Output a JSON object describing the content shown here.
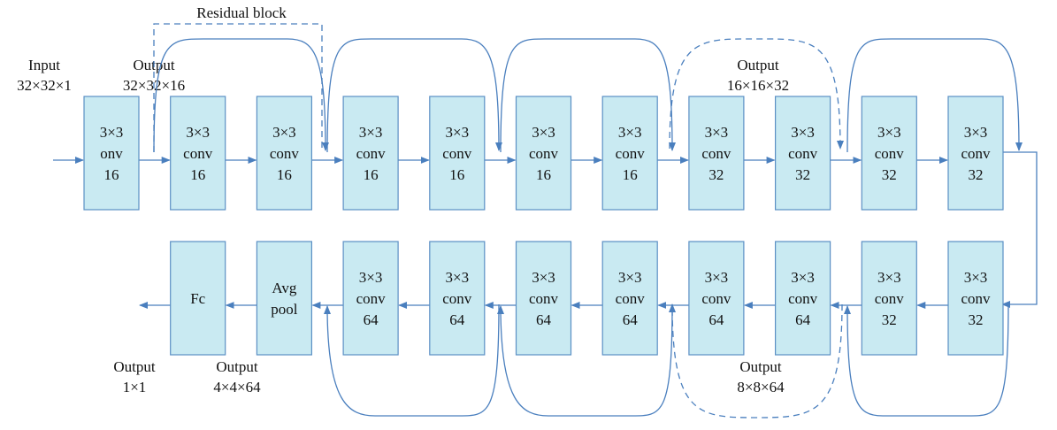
{
  "title": "Residual block",
  "row1": [
    {
      "lines": [
        "3×3",
        "onv",
        "16"
      ]
    },
    {
      "lines": [
        "3×3",
        "conv",
        "16"
      ]
    },
    {
      "lines": [
        "3×3",
        "conv",
        "16"
      ]
    },
    {
      "lines": [
        "3×3",
        "conv",
        "16"
      ]
    },
    {
      "lines": [
        "3×3",
        "conv",
        "16"
      ]
    },
    {
      "lines": [
        "3×3",
        "conv",
        "16"
      ]
    },
    {
      "lines": [
        "3×3",
        "conv",
        "16"
      ]
    },
    {
      "lines": [
        "3×3",
        "conv",
        "32"
      ]
    },
    {
      "lines": [
        "3×3",
        "conv",
        "32"
      ]
    },
    {
      "lines": [
        "3×3",
        "conv",
        "32"
      ]
    },
    {
      "lines": [
        "3×3",
        "conv",
        "32"
      ]
    }
  ],
  "row2": [
    {
      "lines": [
        "Fc"
      ]
    },
    {
      "lines": [
        "Avg",
        "pool"
      ]
    },
    {
      "lines": [
        "3×3",
        "conv",
        "64"
      ]
    },
    {
      "lines": [
        "3×3",
        "conv",
        "64"
      ]
    },
    {
      "lines": [
        "3×3",
        "conv",
        "64"
      ]
    },
    {
      "lines": [
        "3×3",
        "conv",
        "64"
      ]
    },
    {
      "lines": [
        "3×3",
        "conv",
        "64"
      ]
    },
    {
      "lines": [
        "3×3",
        "conv",
        "64"
      ]
    },
    {
      "lines": [
        "3×3",
        "conv",
        "32"
      ]
    },
    {
      "lines": [
        "3×3",
        "conv",
        "32"
      ]
    }
  ],
  "annotations": {
    "input": [
      "Input",
      "32×32×1"
    ],
    "output1": [
      "Output",
      "32×32×16"
    ],
    "output2": [
      "Output",
      "16×16×32"
    ],
    "output3": [
      "Output",
      "8×8×64"
    ],
    "output4": [
      "Output",
      "4×4×64"
    ],
    "output5": [
      "Output",
      "1×1"
    ]
  }
}
